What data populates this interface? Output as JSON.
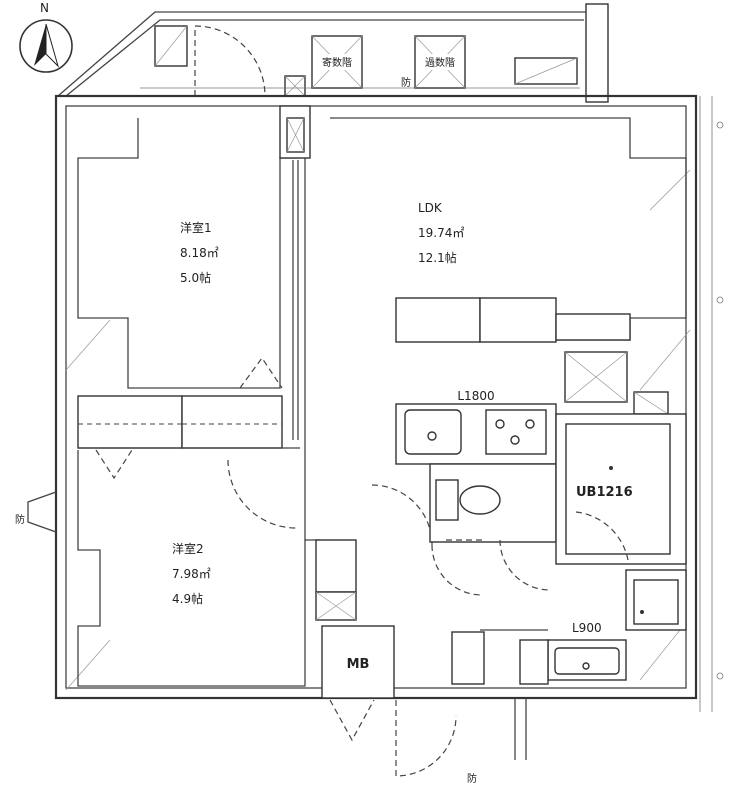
{
  "compass": {
    "label": "N"
  },
  "rooms": {
    "western1": {
      "name": "洋室1",
      "area": "8.18㎡",
      "tatami": "5.0帖"
    },
    "ldk": {
      "name": "LDK",
      "area": "19.74㎡",
      "tatami": "12.1帖"
    },
    "western2": {
      "name": "洋室2",
      "area": "7.98㎡",
      "tatami": "4.9帖"
    }
  },
  "fixtures": {
    "kitchen": "L1800",
    "bath": "UB1216",
    "washbasin": "L900",
    "meter_box": "MB"
  },
  "balcony": {
    "stair_left": "寄数階",
    "stair_right": "過数階",
    "vent_mark": "防"
  },
  "markers": {
    "left": "防",
    "bottom": "防"
  }
}
